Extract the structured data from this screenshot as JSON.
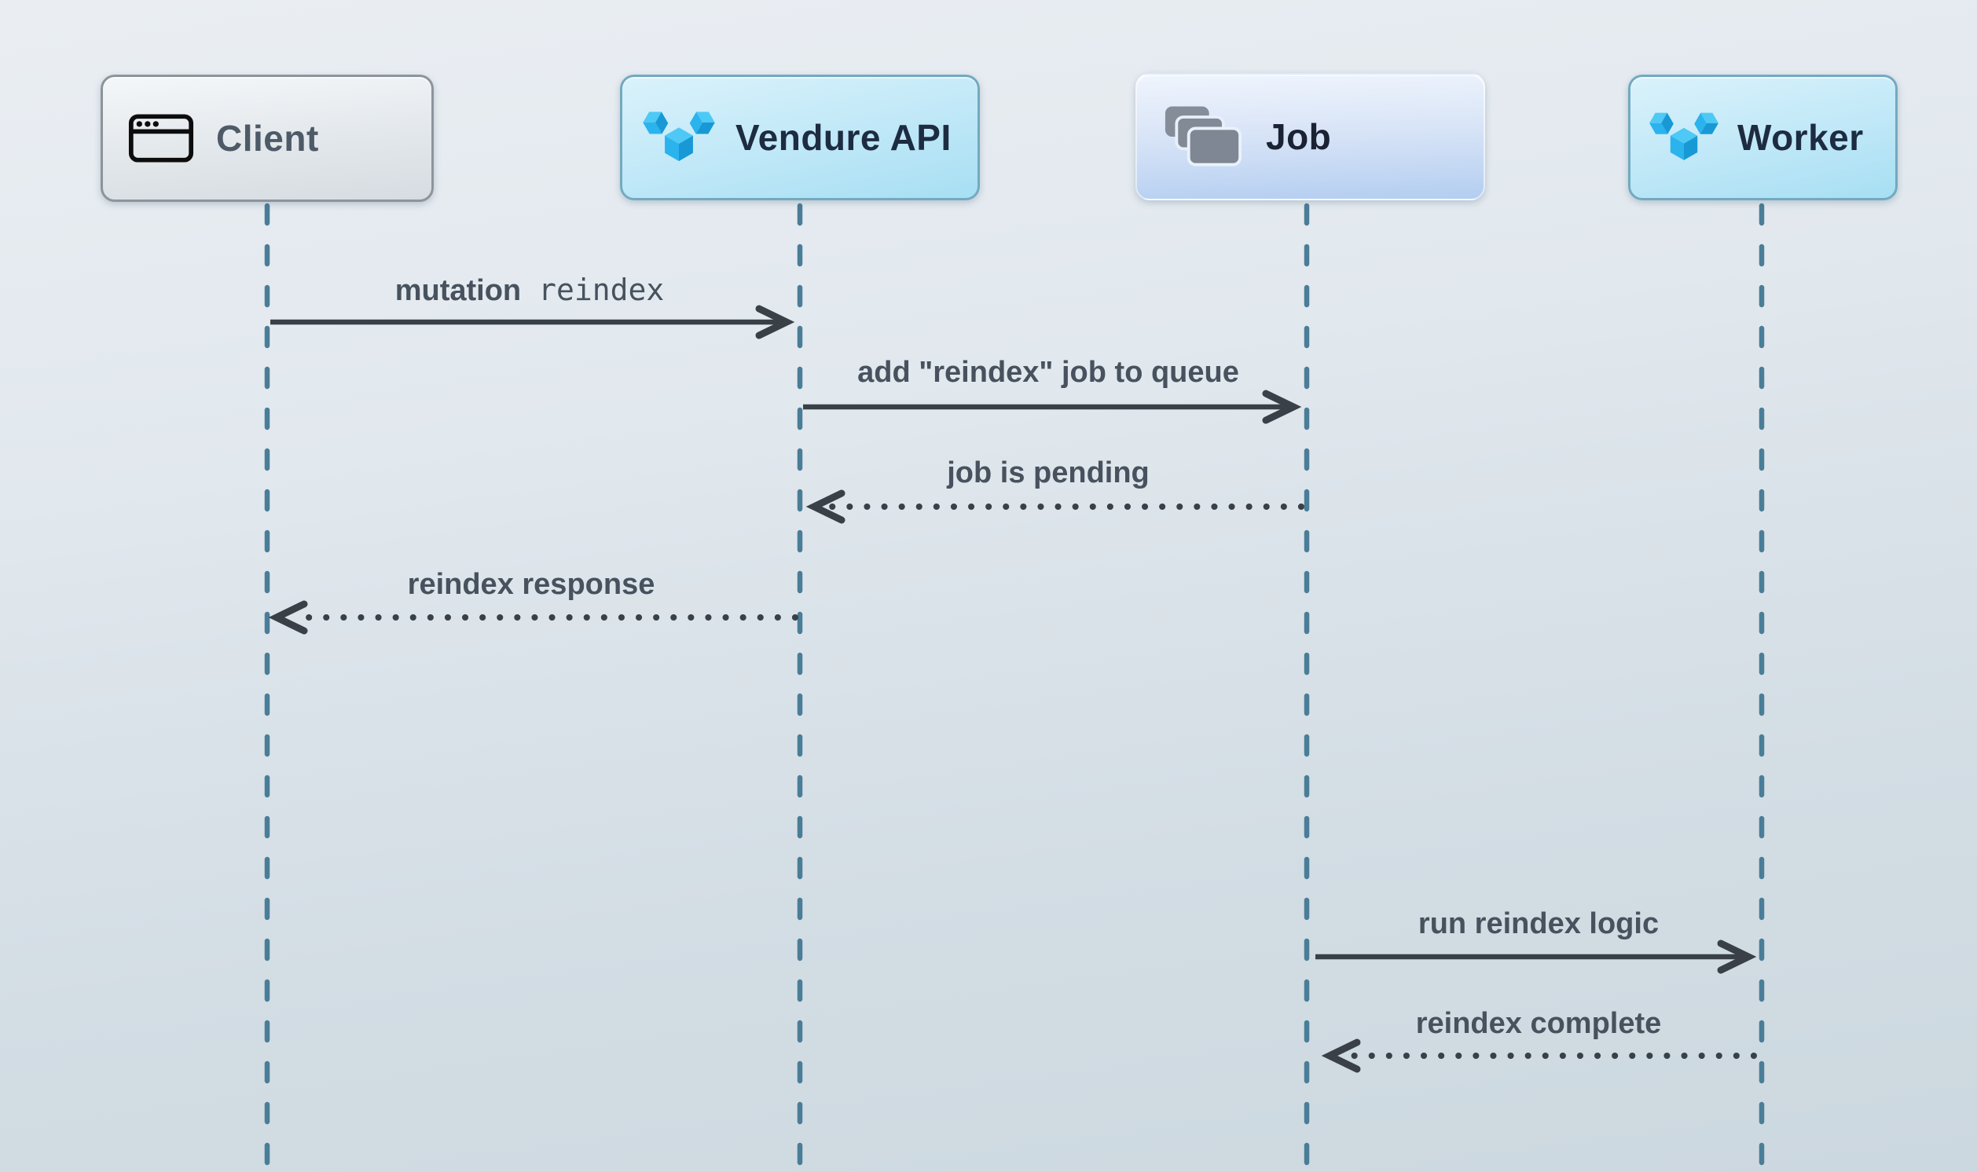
{
  "diagram": {
    "type": "sequence-diagram",
    "actors": [
      {
        "id": "client",
        "label": "Client",
        "icon": "browser-window-icon"
      },
      {
        "id": "vendure_api",
        "label": "Vendure API",
        "icon": "vendure-logo-icon"
      },
      {
        "id": "job",
        "label": "Job",
        "icon": "stacked-cards-icon"
      },
      {
        "id": "worker",
        "label": "Worker",
        "icon": "vendure-logo-icon"
      }
    ],
    "messages": [
      {
        "from": "Client",
        "to": "Vendure API",
        "text": "mutation",
        "code": "reindex",
        "line": "solid"
      },
      {
        "from": "Vendure API",
        "to": "Job",
        "text": "add \"reindex\" job to queue",
        "line": "solid"
      },
      {
        "from": "Job",
        "to": "Vendure API",
        "text": "job is pending",
        "line": "dotted"
      },
      {
        "from": "Vendure API",
        "to": "Client",
        "text": "reindex response",
        "line": "dotted"
      },
      {
        "from": "Job",
        "to": "Worker",
        "text": "run reindex logic",
        "line": "solid"
      },
      {
        "from": "Worker",
        "to": "Job",
        "text": "reindex complete",
        "line": "dotted"
      }
    ],
    "colors": {
      "background_top": "#eaeef3",
      "background_bottom": "#ccd8df",
      "lifeline": "#4a7d97",
      "arrow": "#394047",
      "message_text": "#47525e",
      "vendure_blue": "#2bb3ee",
      "actor_text_dark": "#1d2c41",
      "client_text": "#4e5a67",
      "job_icon_gray": "#828a96"
    }
  }
}
